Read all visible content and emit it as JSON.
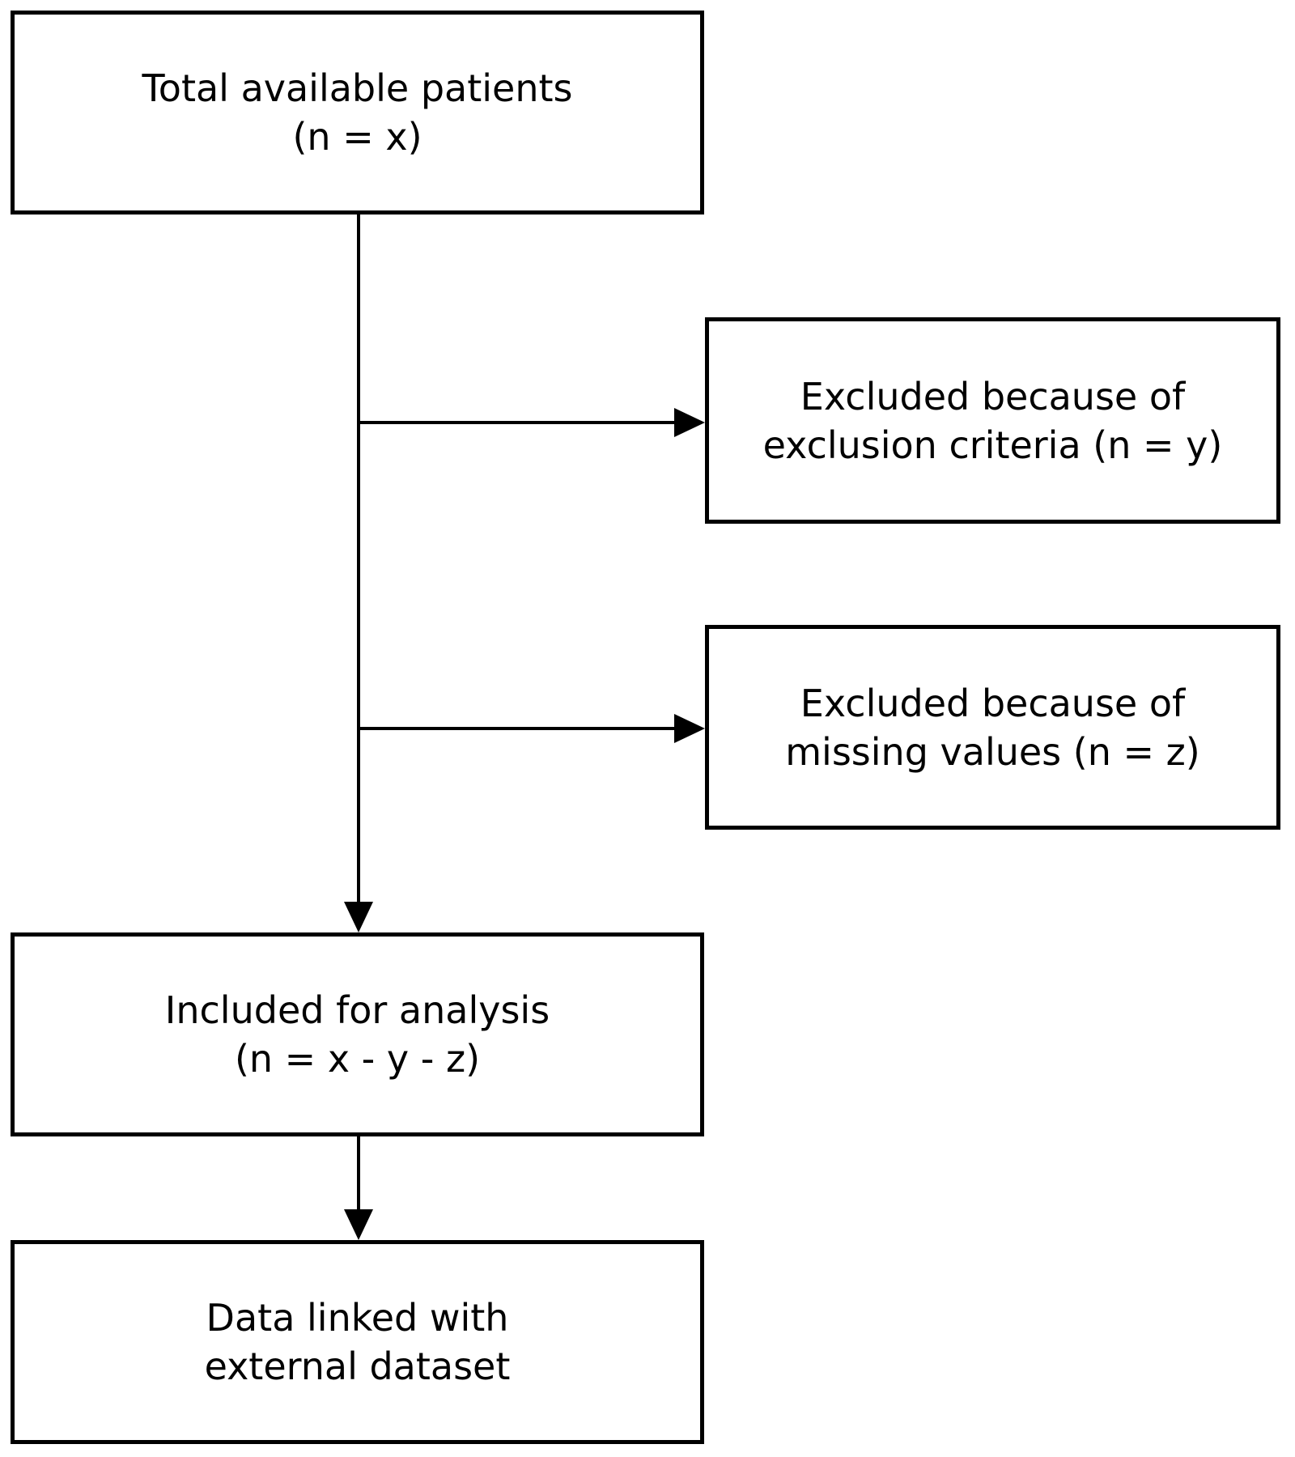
{
  "diagram": {
    "type": "flowchart",
    "background_color": "#ffffff",
    "stroke_color": "#000000",
    "text_color": "#000000",
    "nodes": [
      {
        "id": "total",
        "line1": "Total available patients",
        "line2": "(n = x)"
      },
      {
        "id": "excluded-criteria",
        "line1": "Excluded because of",
        "line2": "exclusion criteria (n = y)"
      },
      {
        "id": "excluded-missing",
        "line1": "Excluded because of",
        "line2": "missing values (n = z)"
      },
      {
        "id": "included",
        "line1": "Included for analysis",
        "line2": "(n = x - y - z)"
      },
      {
        "id": "linked",
        "line1": "Data linked with",
        "line2": "external dataset"
      }
    ],
    "edges": [
      {
        "from": "total",
        "to": "excluded-criteria",
        "direction": "right",
        "arrowhead": "filled-triangle"
      },
      {
        "from": "total",
        "to": "excluded-missing",
        "direction": "right",
        "arrowhead": "filled-triangle"
      },
      {
        "from": "total",
        "to": "included",
        "direction": "down",
        "arrowhead": "filled-triangle"
      },
      {
        "from": "included",
        "to": "linked",
        "direction": "down",
        "arrowhead": "filled-triangle"
      }
    ]
  }
}
